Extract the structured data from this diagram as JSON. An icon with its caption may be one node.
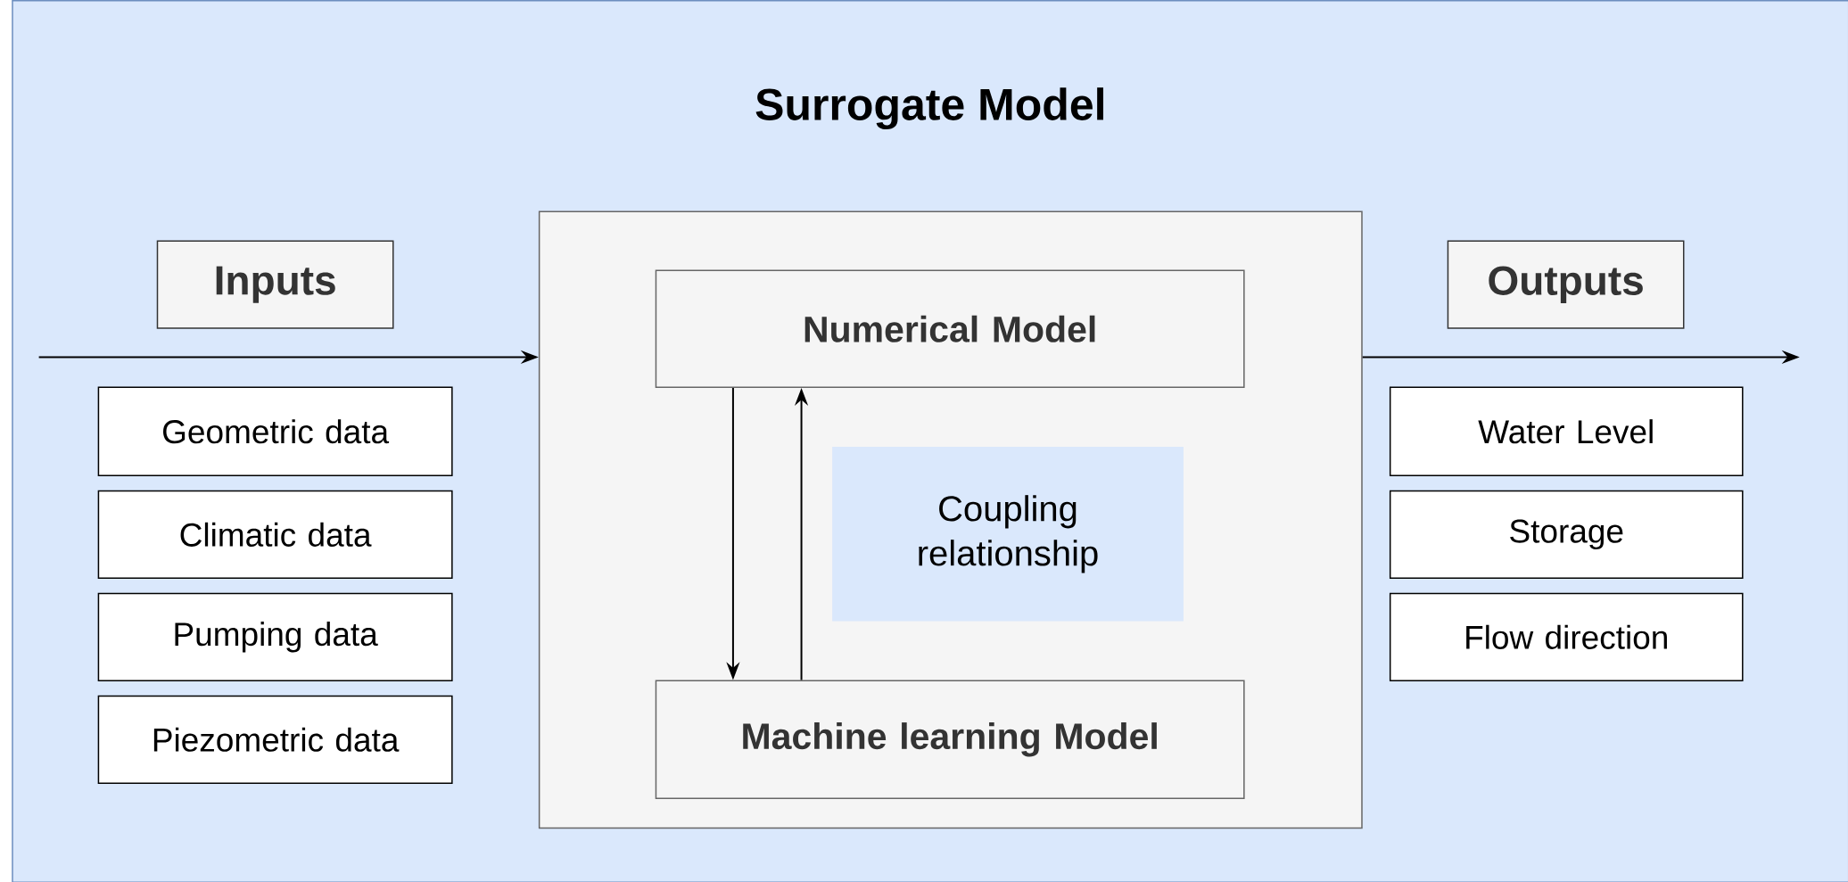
{
  "diagram": {
    "nodes": [
      {
        "text": [
          "Surrogate Model"
        ]
      },
      {
        "text": [
          "Inputs"
        ],
        "in": 0
      },
      {
        "text": [
          "Geometric data"
        ],
        "in": 0
      },
      {
        "text": [
          "Climatic data"
        ],
        "in": 0
      },
      {
        "text": [
          "Pumping data"
        ],
        "in": 0
      },
      {
        "text": [
          "Piezometric data"
        ],
        "in": 0
      },
      {
        "text": [],
        "shape": "box",
        "in": 0
      },
      {
        "text": [
          "Numerical Model"
        ],
        "in": 6
      },
      {
        "text": [
          "Coupling relationship"
        ],
        "in": 6
      },
      {
        "text": [
          "Machine learning Model"
        ],
        "in": 6
      },
      {
        "text": [
          "Outputs"
        ],
        "in": 0
      },
      {
        "text": [
          "Water Level"
        ],
        "in": 0
      },
      {
        "text": [
          "Storage"
        ],
        "in": 0
      },
      {
        "text": [
          "Flow direction"
        ],
        "in": 0
      }
    ],
    "edges": [
      {
        "from": null,
        "to": 6,
        "arrow": "to"
      },
      {
        "from": 6,
        "to": null,
        "arrow": "to"
      },
      {
        "from": 7,
        "to": 9,
        "arrow": "to"
      },
      {
        "from": 9,
        "to": 7,
        "arrow": "to"
      }
    ]
  }
}
